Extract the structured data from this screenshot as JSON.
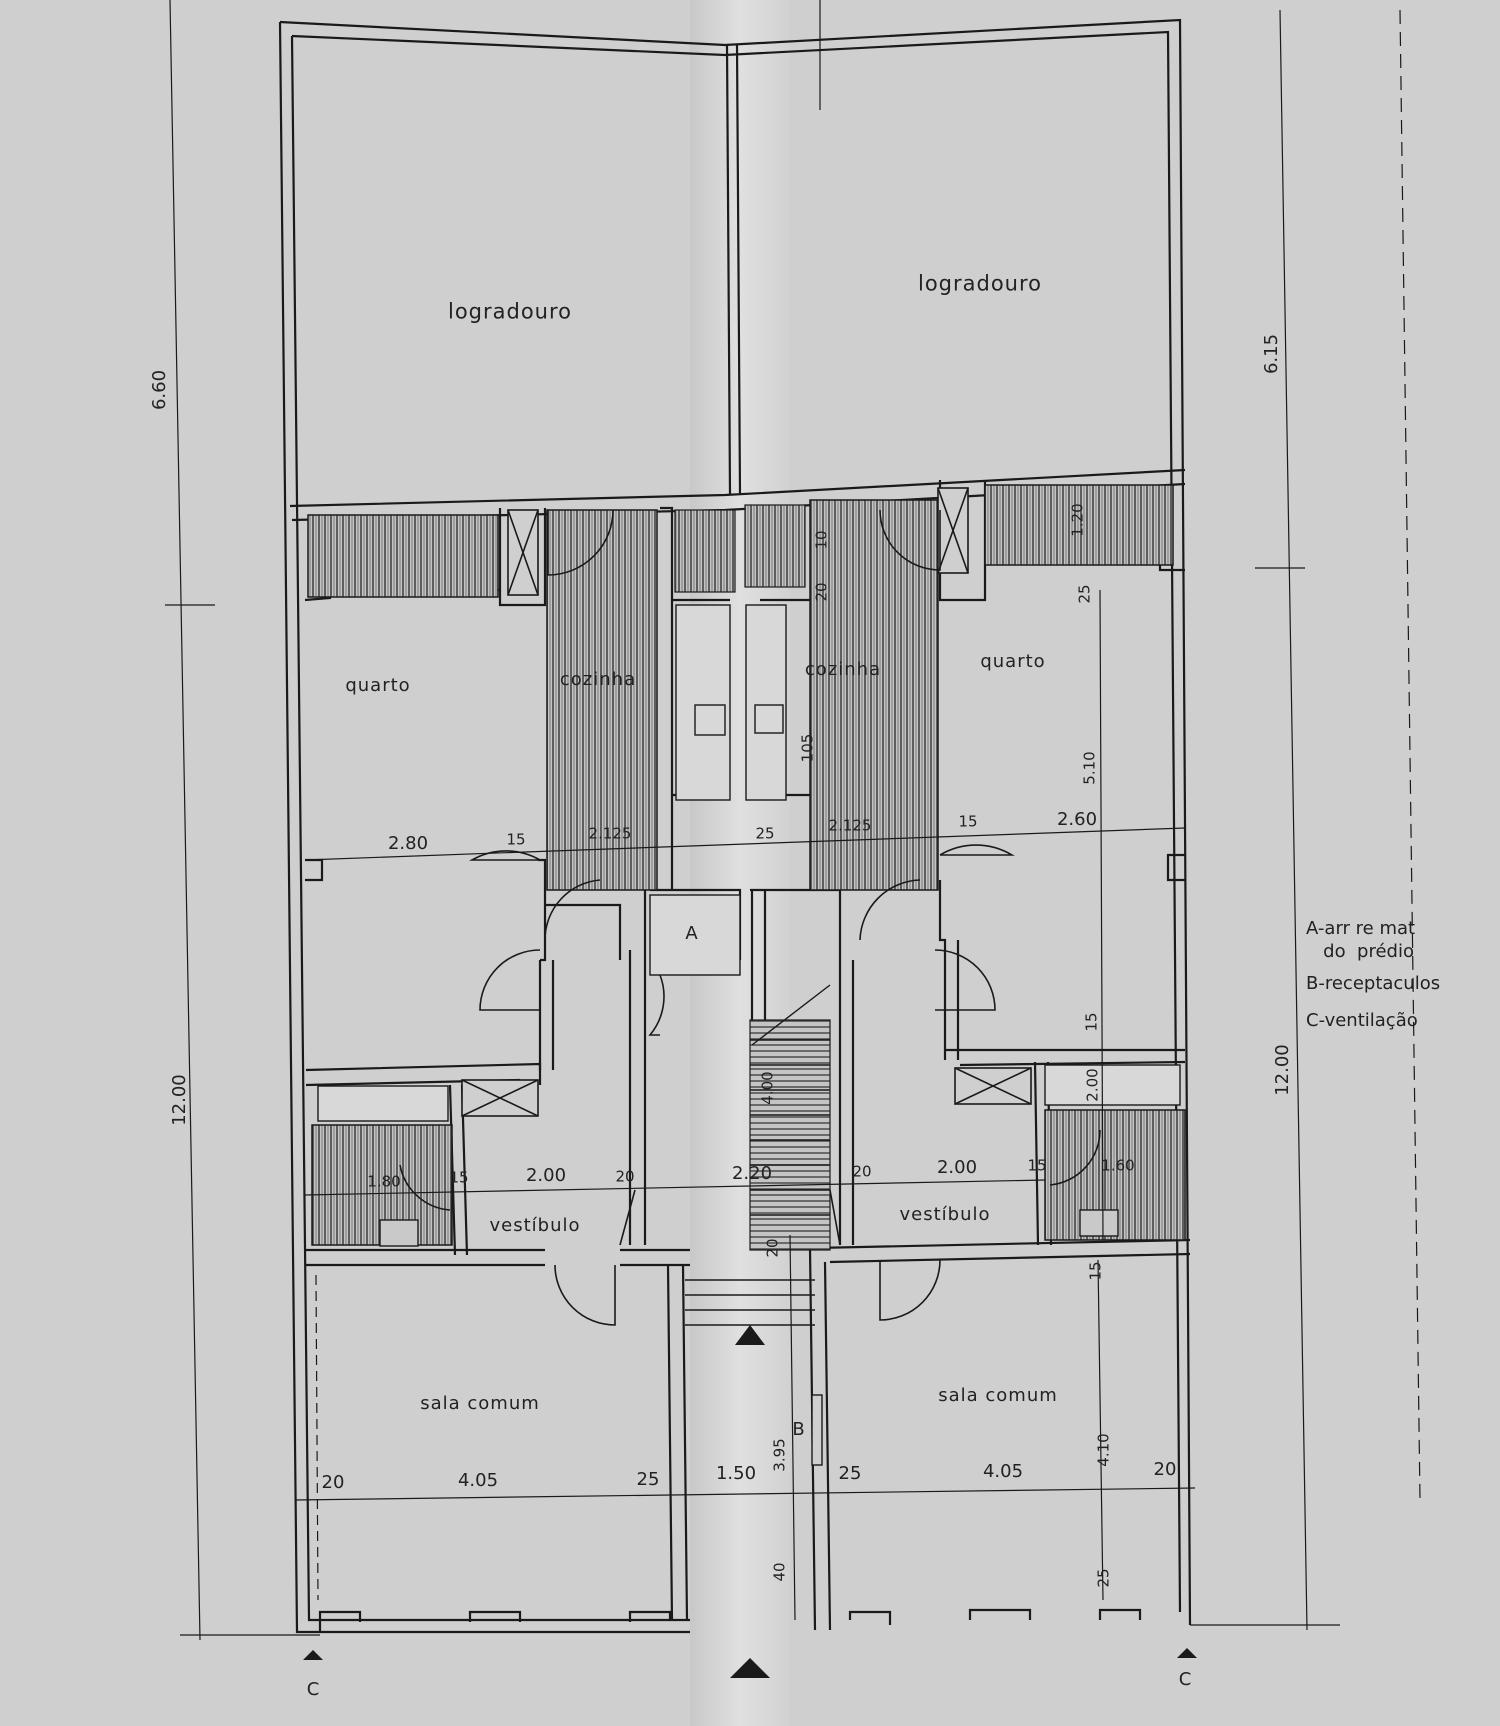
{
  "rooms": {
    "logradouro_left": "logradouro",
    "logradouro_right": "logradouro",
    "quarto_left": "quarto",
    "quarto_right": "quarto",
    "cozinha_left": "cozinha",
    "cozinha_right": "cozinha",
    "vestibulo_left": "vestíbulo",
    "vestibulo_right": "vestíbulo",
    "sala_left": "sala comum",
    "sala_right": "sala comum",
    "tag_A": "A",
    "tag_B": "B"
  },
  "dimensions": {
    "left_top_height": "6.60",
    "left_bottom_height": "12.00",
    "right_top_height": "6.15",
    "right_bottom_height": "12.00",
    "quarto_width_left": "2.80",
    "quarto_width_right": "2.60",
    "wall_15_a": "15",
    "wall_15_b": "15",
    "cozinha_width_left": "2.125",
    "cozinha_width_right": "2.125",
    "wall_25_mid": "25",
    "stair_length": "4.00",
    "bath_width_left": "1.80",
    "bath_width_right": "1.60",
    "vest_wall_15_left": "15",
    "vest_width_left": "2.00",
    "vest_wall_20_left": "20",
    "stair_width": "2.20",
    "vest_wall_20_right": "20",
    "vest_width_right": "2.00",
    "vest_wall_15_right": "15",
    "sala_wall_20_left": "20",
    "sala_width_left": "4.05",
    "sala_wall_25_left": "25",
    "corridor_width": "1.50",
    "sala_wall_25_right": "25",
    "sala_width_right": "4.05",
    "sala_wall_20_right": "20",
    "right_1_20": "1.20",
    "right_25": "25",
    "right_5_10": "5.10",
    "right_15_a": "15",
    "right_2_00": "2.00",
    "right_15_b": "15",
    "right_4_10": "4.10",
    "right_25_b": "25",
    "center_20": "20",
    "center_3_95": "3.95",
    "center_40": "40",
    "kitchen_10": "10",
    "kitchen_20": "20",
    "kitchen_105": "105"
  },
  "section_marks": {
    "left": "C",
    "right": "C"
  },
  "legend": {
    "a": "A-arr re mat\n   do  prédio",
    "b": "B-receptaculos",
    "c": "C-ventilação"
  },
  "colors": {
    "paper": "#cfcfcf",
    "line": "#1a1a1a",
    "hatch": "#555555"
  }
}
